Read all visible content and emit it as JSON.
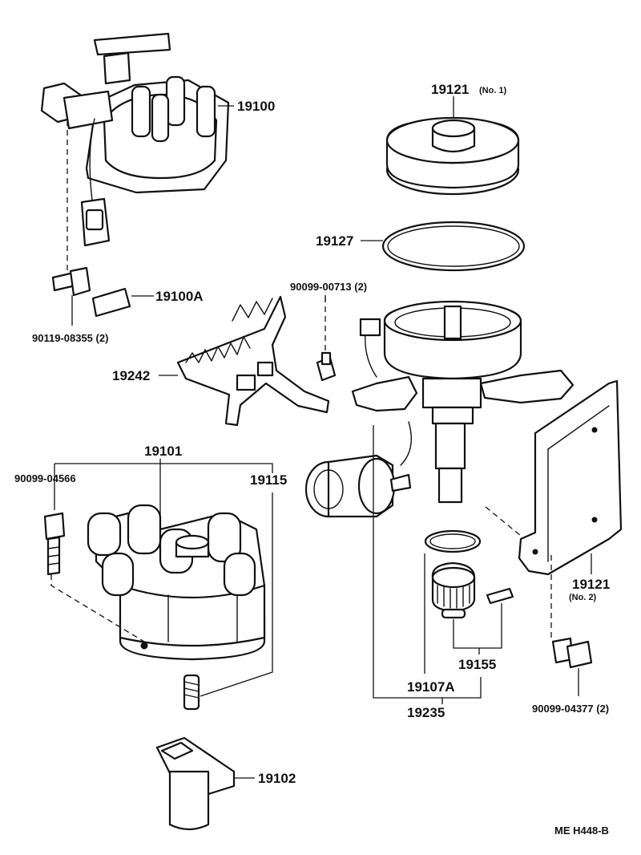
{
  "labels": {
    "p19100": "19100",
    "p19100A": "19100A",
    "p90119": "90119-08355 (2)",
    "p19121_1": "19121",
    "p19121_1_sub": "(No. 1)",
    "p19127": "19127",
    "p90099_00713": "90099-00713 (2)",
    "p19242": "19242",
    "p19101": "19101",
    "p90099_04566": "90099-04566",
    "p19115": "19115",
    "p19121_2": "19121",
    "p19121_2_sub": "(No. 2)",
    "p19155": "19155",
    "p19107A": "19107A",
    "p19235": "19235",
    "p90099_04377": "90099-04377 (2)",
    "p19102": "19102",
    "ref": "ME  H448-B"
  }
}
